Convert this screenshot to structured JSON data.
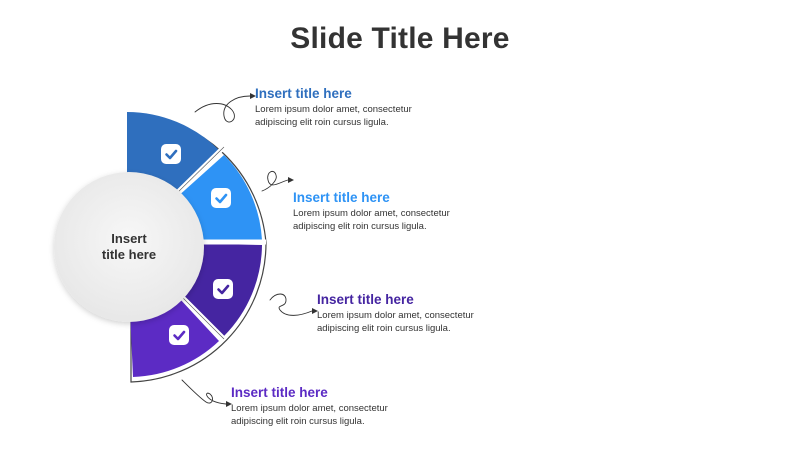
{
  "slide": {
    "title": "Slide Title Here"
  },
  "center": {
    "line1": "Insert",
    "line2": "title here"
  },
  "colors": {
    "seg1": "#2f6fbe",
    "seg2": "#2e93f5",
    "seg3": "#4525a1",
    "seg4": "#5c2bc4",
    "title": "#333333"
  },
  "items": [
    {
      "title": "Insert title here",
      "line1": "Lorem ipsum dolor amet, consectetur",
      "line2": "adipiscing elit roin cursus ligula.",
      "color": "#2f6fbe",
      "icon": "check-icon"
    },
    {
      "title": "Insert title here",
      "line1": "Lorem ipsum dolor amet, consectetur",
      "line2": "adipiscing elit roin cursus ligula.",
      "color": "#2e93f5",
      "icon": "check-icon"
    },
    {
      "title": "Insert title here",
      "line1": "Lorem ipsum dolor amet, consectetur",
      "line2": "adipiscing elit roin cursus ligula.",
      "color": "#4525a1",
      "icon": "check-icon"
    },
    {
      "title": "Insert title here",
      "line1": "Lorem ipsum dolor amet, consectetur",
      "line2": "adipiscing elit roin cursus ligula.",
      "color": "#5c2bc4",
      "icon": "check-icon"
    }
  ]
}
